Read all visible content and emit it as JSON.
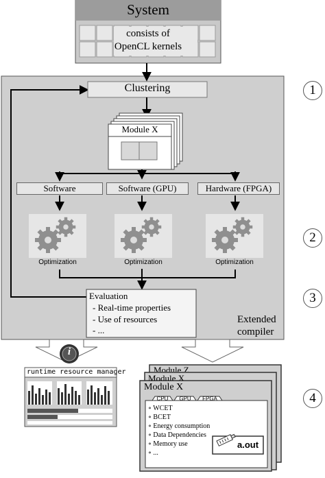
{
  "system": {
    "title": "System",
    "caption_line1": "consists of",
    "caption_line2": "OpenCL kernels"
  },
  "compiler": {
    "label_line1": "Extended",
    "label_line2": "compiler"
  },
  "clustering": {
    "label": "Clustering"
  },
  "module_x": {
    "label": "Module X"
  },
  "targets": [
    {
      "label": "Software"
    },
    {
      "label": "Software (GPU)"
    },
    {
      "label": "Hardware (FPGA)"
    }
  ],
  "optimization": {
    "label": "Optimization"
  },
  "evaluation": {
    "title": "Evaluation",
    "items": [
      "- Real-time properties",
      "- Use of resources",
      "- ..."
    ]
  },
  "runtime": {
    "title": "runtime resource manager",
    "info_icon": "i"
  },
  "output_modules": {
    "back2": "Module Z",
    "back1": "Module X",
    "front": "Module X",
    "tabs": [
      "CPU",
      "GPU",
      "FPGA"
    ],
    "items": [
      "WCET",
      "BCET",
      "Energy consumption",
      "Data Dependencies",
      "Memory use",
      "..."
    ],
    "aout": "a.out"
  },
  "steps": [
    "1",
    "2",
    "3",
    "4"
  ],
  "colors": {
    "panel": "#cfcfcf",
    "system_head": "#9c9c9c",
    "cell": "#e8e8e8",
    "gear": "#8f8f8f"
  }
}
